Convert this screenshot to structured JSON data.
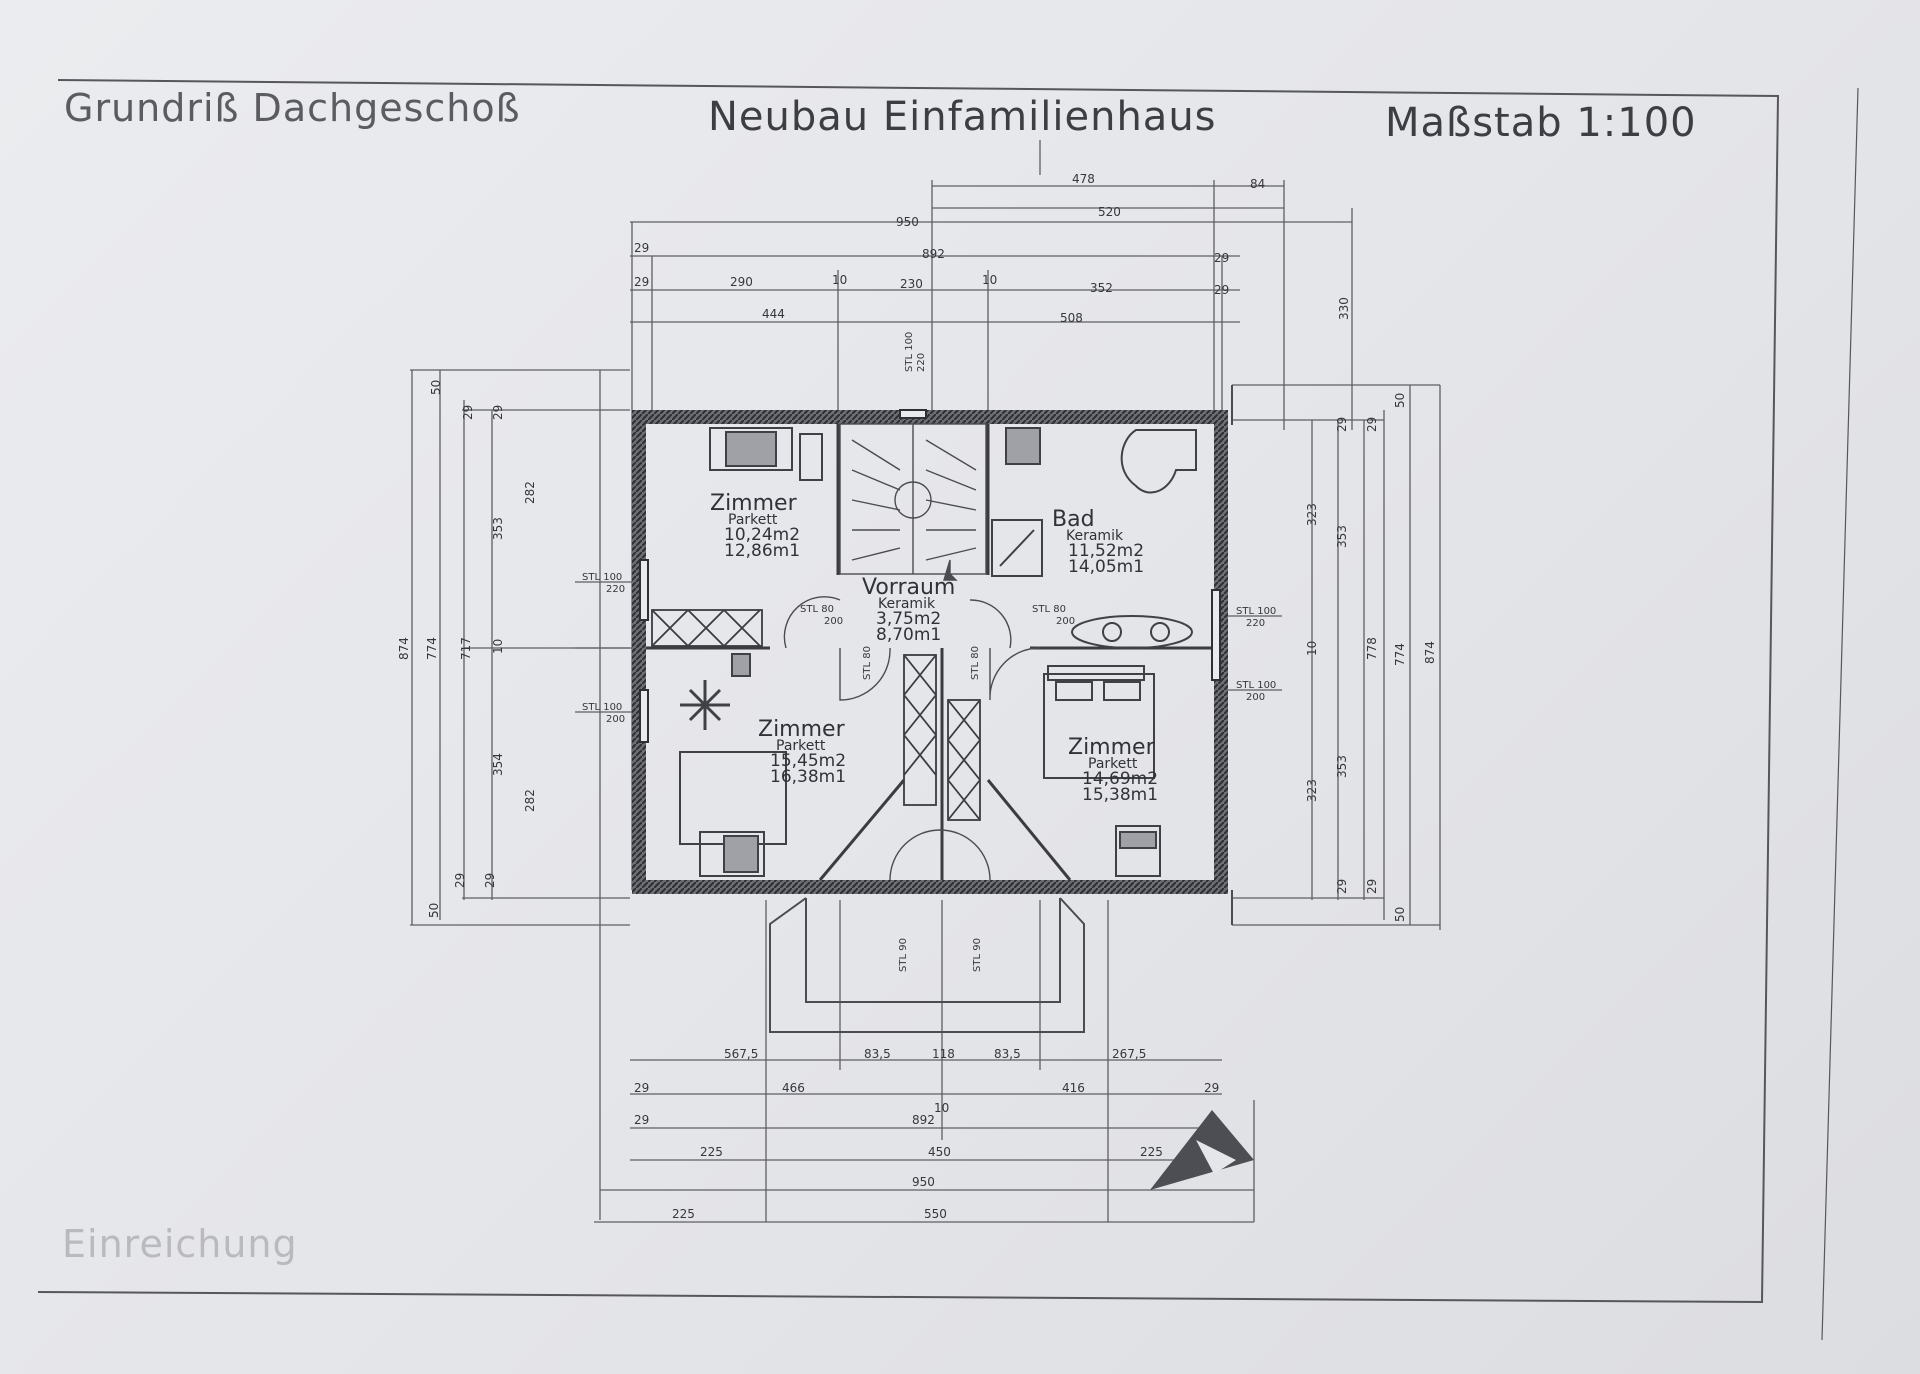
{
  "header": {
    "left_title": "Grundriß Dachgeschoß",
    "center_title": "Neubau Einfamilienhaus",
    "scale": "Maßstab 1:100"
  },
  "stamp": "Einreichung",
  "rooms": [
    {
      "name": "Zimmer",
      "floor": "Parkett",
      "area": "10,24m2",
      "perimeter": "12,86m1"
    },
    {
      "name": "Bad",
      "floor": "Keramik",
      "area": "11,52m2",
      "perimeter": "14,05m1"
    },
    {
      "name": "Vorraum",
      "floor": "Keramik",
      "area": "3,75m2",
      "perimeter": "8,70m1"
    },
    {
      "name": "Zimmer",
      "floor": "Parkett",
      "area": "15,45m2",
      "perimeter": "16,38m1"
    },
    {
      "name": "Zimmer",
      "floor": "Parkett",
      "area": "14,69m2",
      "perimeter": "15,38m1"
    }
  ],
  "dims": {
    "top_h": [
      "478",
      "84",
      "520",
      "950",
      "892",
      "29",
      "29",
      "290",
      "10",
      "230",
      "10",
      "352",
      "29",
      "29",
      "444",
      "508"
    ],
    "bottom_h": [
      "567,5",
      "83,5",
      "118",
      "83,5",
      "267,5",
      "29",
      "466",
      "416",
      "29",
      "29",
      "892",
      "10",
      "225",
      "450",
      "225",
      "950",
      "225",
      "550"
    ],
    "left_v": [
      "874",
      "774",
      "717",
      "353",
      "10",
      "354",
      "282",
      "282",
      "50",
      "29",
      "29",
      "29",
      "29",
      "50"
    ],
    "right_v": [
      "330",
      "50",
      "29",
      "29",
      "323",
      "353",
      "778",
      "774",
      "874",
      "323",
      "353",
      "29",
      "29",
      "50",
      "10"
    ],
    "stl": [
      "STL 100",
      "STL 100",
      "STL 100",
      "STL 100",
      "STL 100",
      "STL 80",
      "STL 80",
      "STL 80",
      "STL 80",
      "STL 90",
      "STL 90"
    ],
    "stl_sub": [
      "220",
      "200",
      "220",
      "200",
      "200",
      "200",
      "220"
    ]
  }
}
